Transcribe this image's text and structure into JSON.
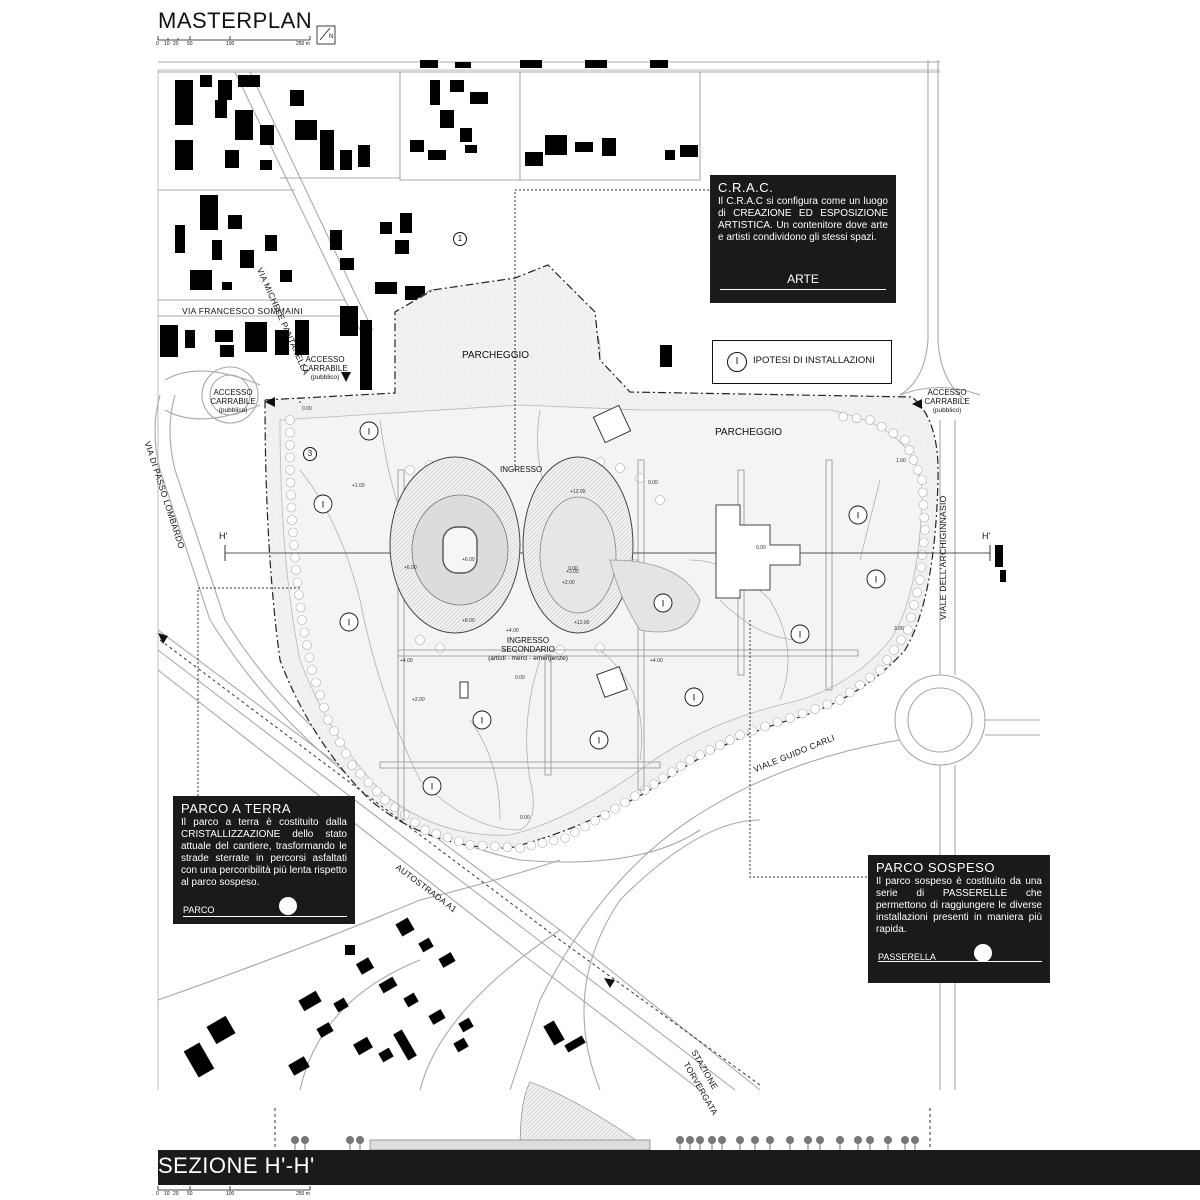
{
  "title": "MASTERPLAN",
  "scale_bar": {
    "ticks": [
      "0",
      "10",
      "20",
      "50",
      "100",
      "250 m"
    ],
    "north": "N"
  },
  "crac": {
    "heading": "C.R.A.C.",
    "text": "Il C.R.A.C si configura come un luogo di CREAZIONE ED ESPOSIZIONE ARTISTICA. Un contenitore dove arte e artisti condividono gli stessi spazi.",
    "button": "ARTE"
  },
  "legend": {
    "symbol": "I",
    "label": "IPOTESI DI INSTALLAZIONI"
  },
  "parco_terra": {
    "heading": "PARCO A TERRA",
    "text": "Il parco a terra è costituito dalla CRISTALLIZZAZIONE dello stato attuale del cantiere, trasformando le strade sterrate in percorsi asfaltati con una percoribilità più lenta rispetto al parco sospeso.",
    "footer": "PARCO"
  },
  "parco_sospeso": {
    "heading": "PARCO SOSPESO",
    "text": "Il parco sospeso è costituito da una serie di PASSERELLE che permettono di raggiungere le diverse installazioni presenti in maniera più rapida.",
    "footer": "PASSERELLA"
  },
  "labels": {
    "parcheggio_1": "PARCHEGGIO",
    "parcheggio_2": "PARCHEGGIO",
    "ingresso": "INGRESSO",
    "ingresso_secondario_1": "INGRESSO",
    "ingresso_secondario_2": "SECONDARIO",
    "ingresso_secondario_3": "(artisti - merci - emergenze)",
    "accesso_1_a": "ACCESSO",
    "accesso_1_b": "CARRABILE",
    "accesso_1_c": "(pubblico)",
    "accesso_2_a": "ACCESSO",
    "accesso_2_b": "CARRABILE",
    "accesso_2_c": "(pubblico)",
    "accesso_3_a": "ACCESSO",
    "accesso_3_b": "CARRABILE",
    "accesso_3_c": "(pubblico)",
    "h_left": "H'",
    "h_right": "H'",
    "marker_1": "1",
    "marker_3": "3"
  },
  "roads": {
    "pantanella": "VIA MICHELE PANTANELLA",
    "sommaini": "VIA FRANCESCO SOMMAINI",
    "lombardo": "VIA DI PASSO LOMBARDO",
    "archiginnasio": "VIALE DELL'ARCHIGINNASIO",
    "carli": "VIALE GUIDO CARLI",
    "autostrada": "AUTOSTRADA A1",
    "stazione_1": "STAZIONE",
    "stazione_2": "TORVERGATA"
  },
  "elevations": [
    "0.00",
    "+1.00",
    "+6.00",
    "+6.00",
    "+8.00",
    "+12.00",
    "+12.00",
    "0.00",
    "0.00",
    "+4.00",
    "+4.00",
    "+4.00",
    "+2.00",
    "+3.00",
    "+2.00",
    "0.00",
    "0.00",
    "1.00",
    "3.00",
    "0.00"
  ],
  "section": {
    "title": "SEZIONE H'-H'",
    "ticks": [
      "0",
      "10",
      "20",
      "50",
      "100",
      "250 m"
    ]
  },
  "colors": {
    "panel": "#1a1a1a",
    "building": "#000000",
    "road_line": "#9a9a9a",
    "park_fill": "#f2f2f2"
  }
}
